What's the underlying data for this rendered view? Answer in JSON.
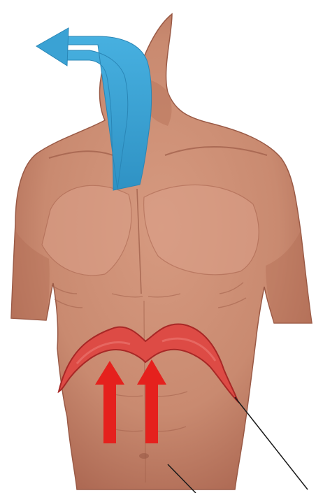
{
  "diagram": {
    "colors": {
      "background": "#ffffff",
      "skin": "#c98a70",
      "skin_shadow": "#a8634e",
      "skin_highlight": "#dda38a",
      "air_out_arrow": "#3aa2d4",
      "diaphragm": "#dd4b45",
      "diaphragm_edge": "#a82826",
      "push_arrow": "#e5211d",
      "leader_line": "#1a1a1a"
    },
    "elements": {
      "torso": "human-torso-illustration",
      "air_flow": "exhaled-air-arrow",
      "diaphragm": "diaphragm-dome",
      "push_arrows": [
        "upward-push-arrow",
        "upward-push-arrow"
      ],
      "leader_lines": [
        "diaphragm-leader-line",
        "abdomen-leader-line"
      ]
    }
  }
}
